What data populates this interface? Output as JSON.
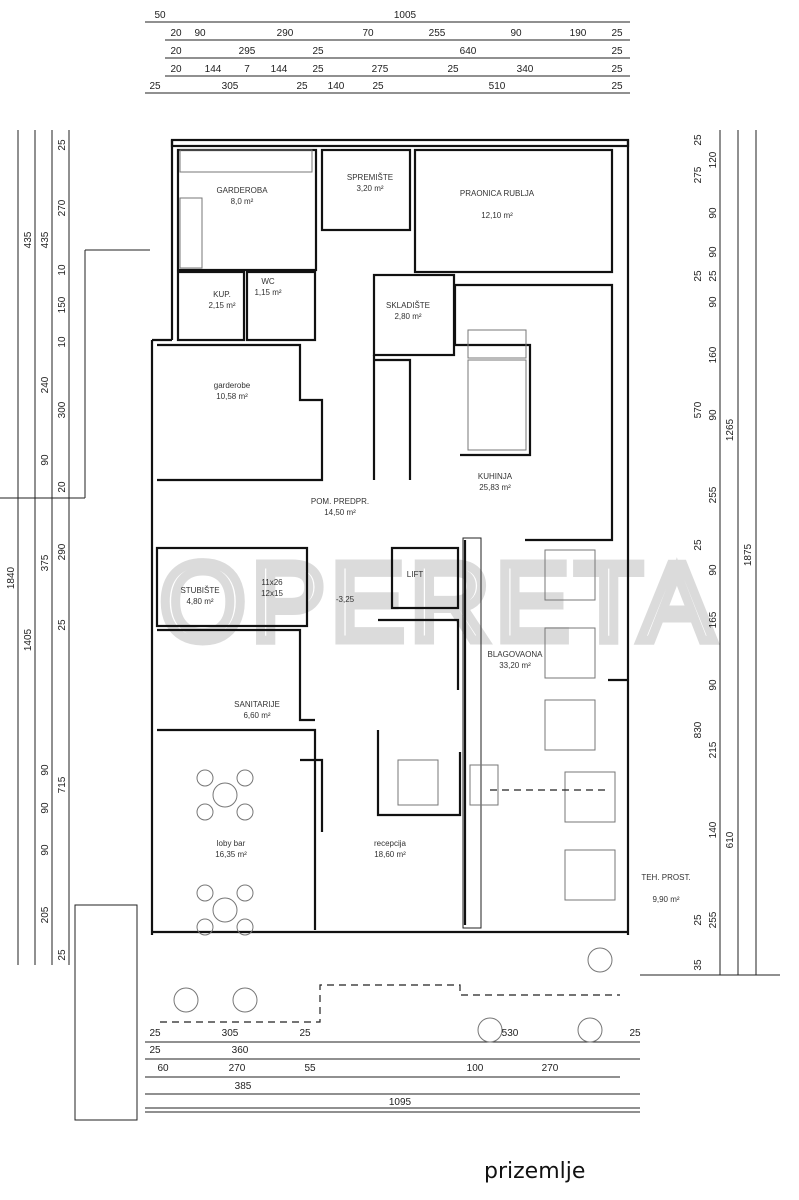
{
  "plan": {
    "title": "prizemlje",
    "watermark": "OPERETA",
    "rooms": [
      {
        "name": "GARDEROBA",
        "area": "8,0 m²"
      },
      {
        "name": "SPREMIŠTE",
        "area": "3,20 m²"
      },
      {
        "name": "PRAONICA RUBLJA",
        "area": "12,10 m²"
      },
      {
        "name": "KUP.",
        "area": "2,15 m²"
      },
      {
        "name": "WC",
        "area": "1,15 m²"
      },
      {
        "name": "SKLADIŠTE",
        "area": "2,80 m²"
      },
      {
        "name": "garderobe",
        "area": "10,58 m²"
      },
      {
        "name": "KUHINJA",
        "area": "25,83 m²"
      },
      {
        "name": "POM. PREDPR.",
        "area": "14,50 m²"
      },
      {
        "name": "LIFT",
        "area": ""
      },
      {
        "name": "STUBIŠTE",
        "area": "4,80 m²"
      },
      {
        "name": "BLAGOVAONA",
        "area": "33,20 m²"
      },
      {
        "name": "SANITARIJE",
        "area": "6,60 m²"
      },
      {
        "name": "loby bar",
        "area": "16,35 m²"
      },
      {
        "name": "recepcija",
        "area": "18,60 m²"
      },
      {
        "name": "TEH. PROST.",
        "area": "9,90 m²"
      }
    ],
    "stair_notes": [
      "11x26",
      "12x15"
    ],
    "level_mark": "-3,25"
  },
  "dimensions": {
    "top_rows": [
      [
        "50",
        "1005"
      ],
      [
        "20",
        "90",
        "290",
        "70",
        "255",
        "90",
        "190",
        "25"
      ],
      [
        "20",
        "295",
        "25",
        "640",
        "25"
      ],
      [
        "20",
        "144",
        "7",
        "144",
        "25",
        "275",
        "25",
        "340",
        "25"
      ],
      [
        "25",
        "305",
        "25",
        "140",
        "25",
        "510",
        "25"
      ]
    ],
    "left_cols": [
      [
        "1840"
      ],
      [
        "435",
        "1405"
      ],
      [
        "435",
        "240",
        "90",
        "375",
        "90",
        "90",
        "90",
        "205"
      ],
      [
        "25",
        "270",
        "10",
        "150",
        "10",
        "300",
        "20",
        "290",
        "25",
        "715",
        "25"
      ]
    ],
    "right_cols": [
      [
        "25",
        "275",
        "25",
        "570",
        "25",
        "830",
        "25",
        "35"
      ],
      [
        "120",
        "90",
        "90",
        "25",
        "90",
        "160",
        "90",
        "255",
        "90",
        "165",
        "90",
        "215",
        "140",
        "255"
      ],
      [
        "1265",
        "610"
      ],
      [
        "1875"
      ]
    ],
    "bottom_rows": [
      [
        "25",
        "305",
        "25",
        "530",
        "25"
      ],
      [
        "25",
        "360"
      ],
      [
        "60",
        "270",
        "55",
        "100",
        "270"
      ],
      [
        "385"
      ],
      [
        "1095"
      ]
    ]
  }
}
